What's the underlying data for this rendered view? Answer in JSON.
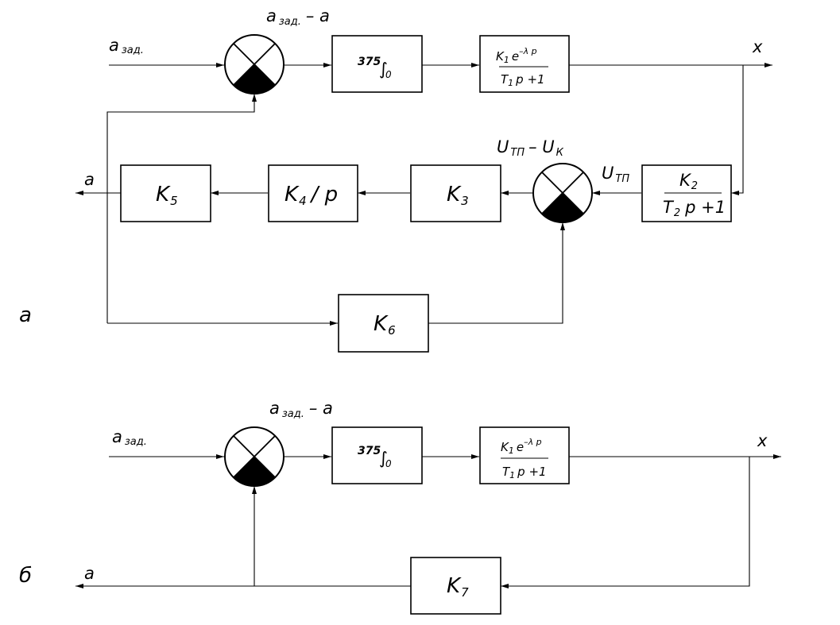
{
  "panel_a": {
    "letter": "а",
    "input_main": "a",
    "input_sub": "зад.",
    "err_main": "a",
    "err_sub": "зад.",
    "err_rest": "– a",
    "integ_coef": "375",
    "integ_sign": "∫",
    "integ_lower": "0",
    "plant_k": "K",
    "plant_k_sub": "1",
    "plant_e": "e",
    "plant_exp": "–λ p",
    "plant_t": "T",
    "plant_t_sub": "1",
    "plant_t_rest": "p +1",
    "output": "x",
    "k2_num": "K",
    "k2_num_sub": "2",
    "k2_den": "T",
    "k2_den_sub": "2",
    "k2_den_rest": "p +1",
    "utp_main": "U",
    "utp_sub": "ТП",
    "diff_a": "U",
    "diff_a_sub": "ТП",
    "diff_op": "– U",
    "diff_b_sub": "К",
    "k3": "K",
    "k3_sub": "3",
    "k4": "K",
    "k4_sub": "4",
    "k4_rest": "/ p",
    "k5": "K",
    "k5_sub": "5",
    "k6": "K",
    "k6_sub": "6",
    "out_left": "a"
  },
  "panel_b": {
    "letter": "б",
    "input_main": "a",
    "input_sub": "зад.",
    "err_main": "a",
    "err_sub": "зад.",
    "err_rest": "– a",
    "integ_coef": "375",
    "integ_sign": "∫",
    "integ_lower": "0",
    "plant_k": "K",
    "plant_k_sub": "1",
    "plant_e": "e",
    "plant_exp": "–λ p",
    "plant_t": "T",
    "plant_t_sub": "1",
    "plant_t_rest": "p +1",
    "output": "x",
    "k7": "K",
    "k7_sub": "7",
    "out_left": "a"
  }
}
